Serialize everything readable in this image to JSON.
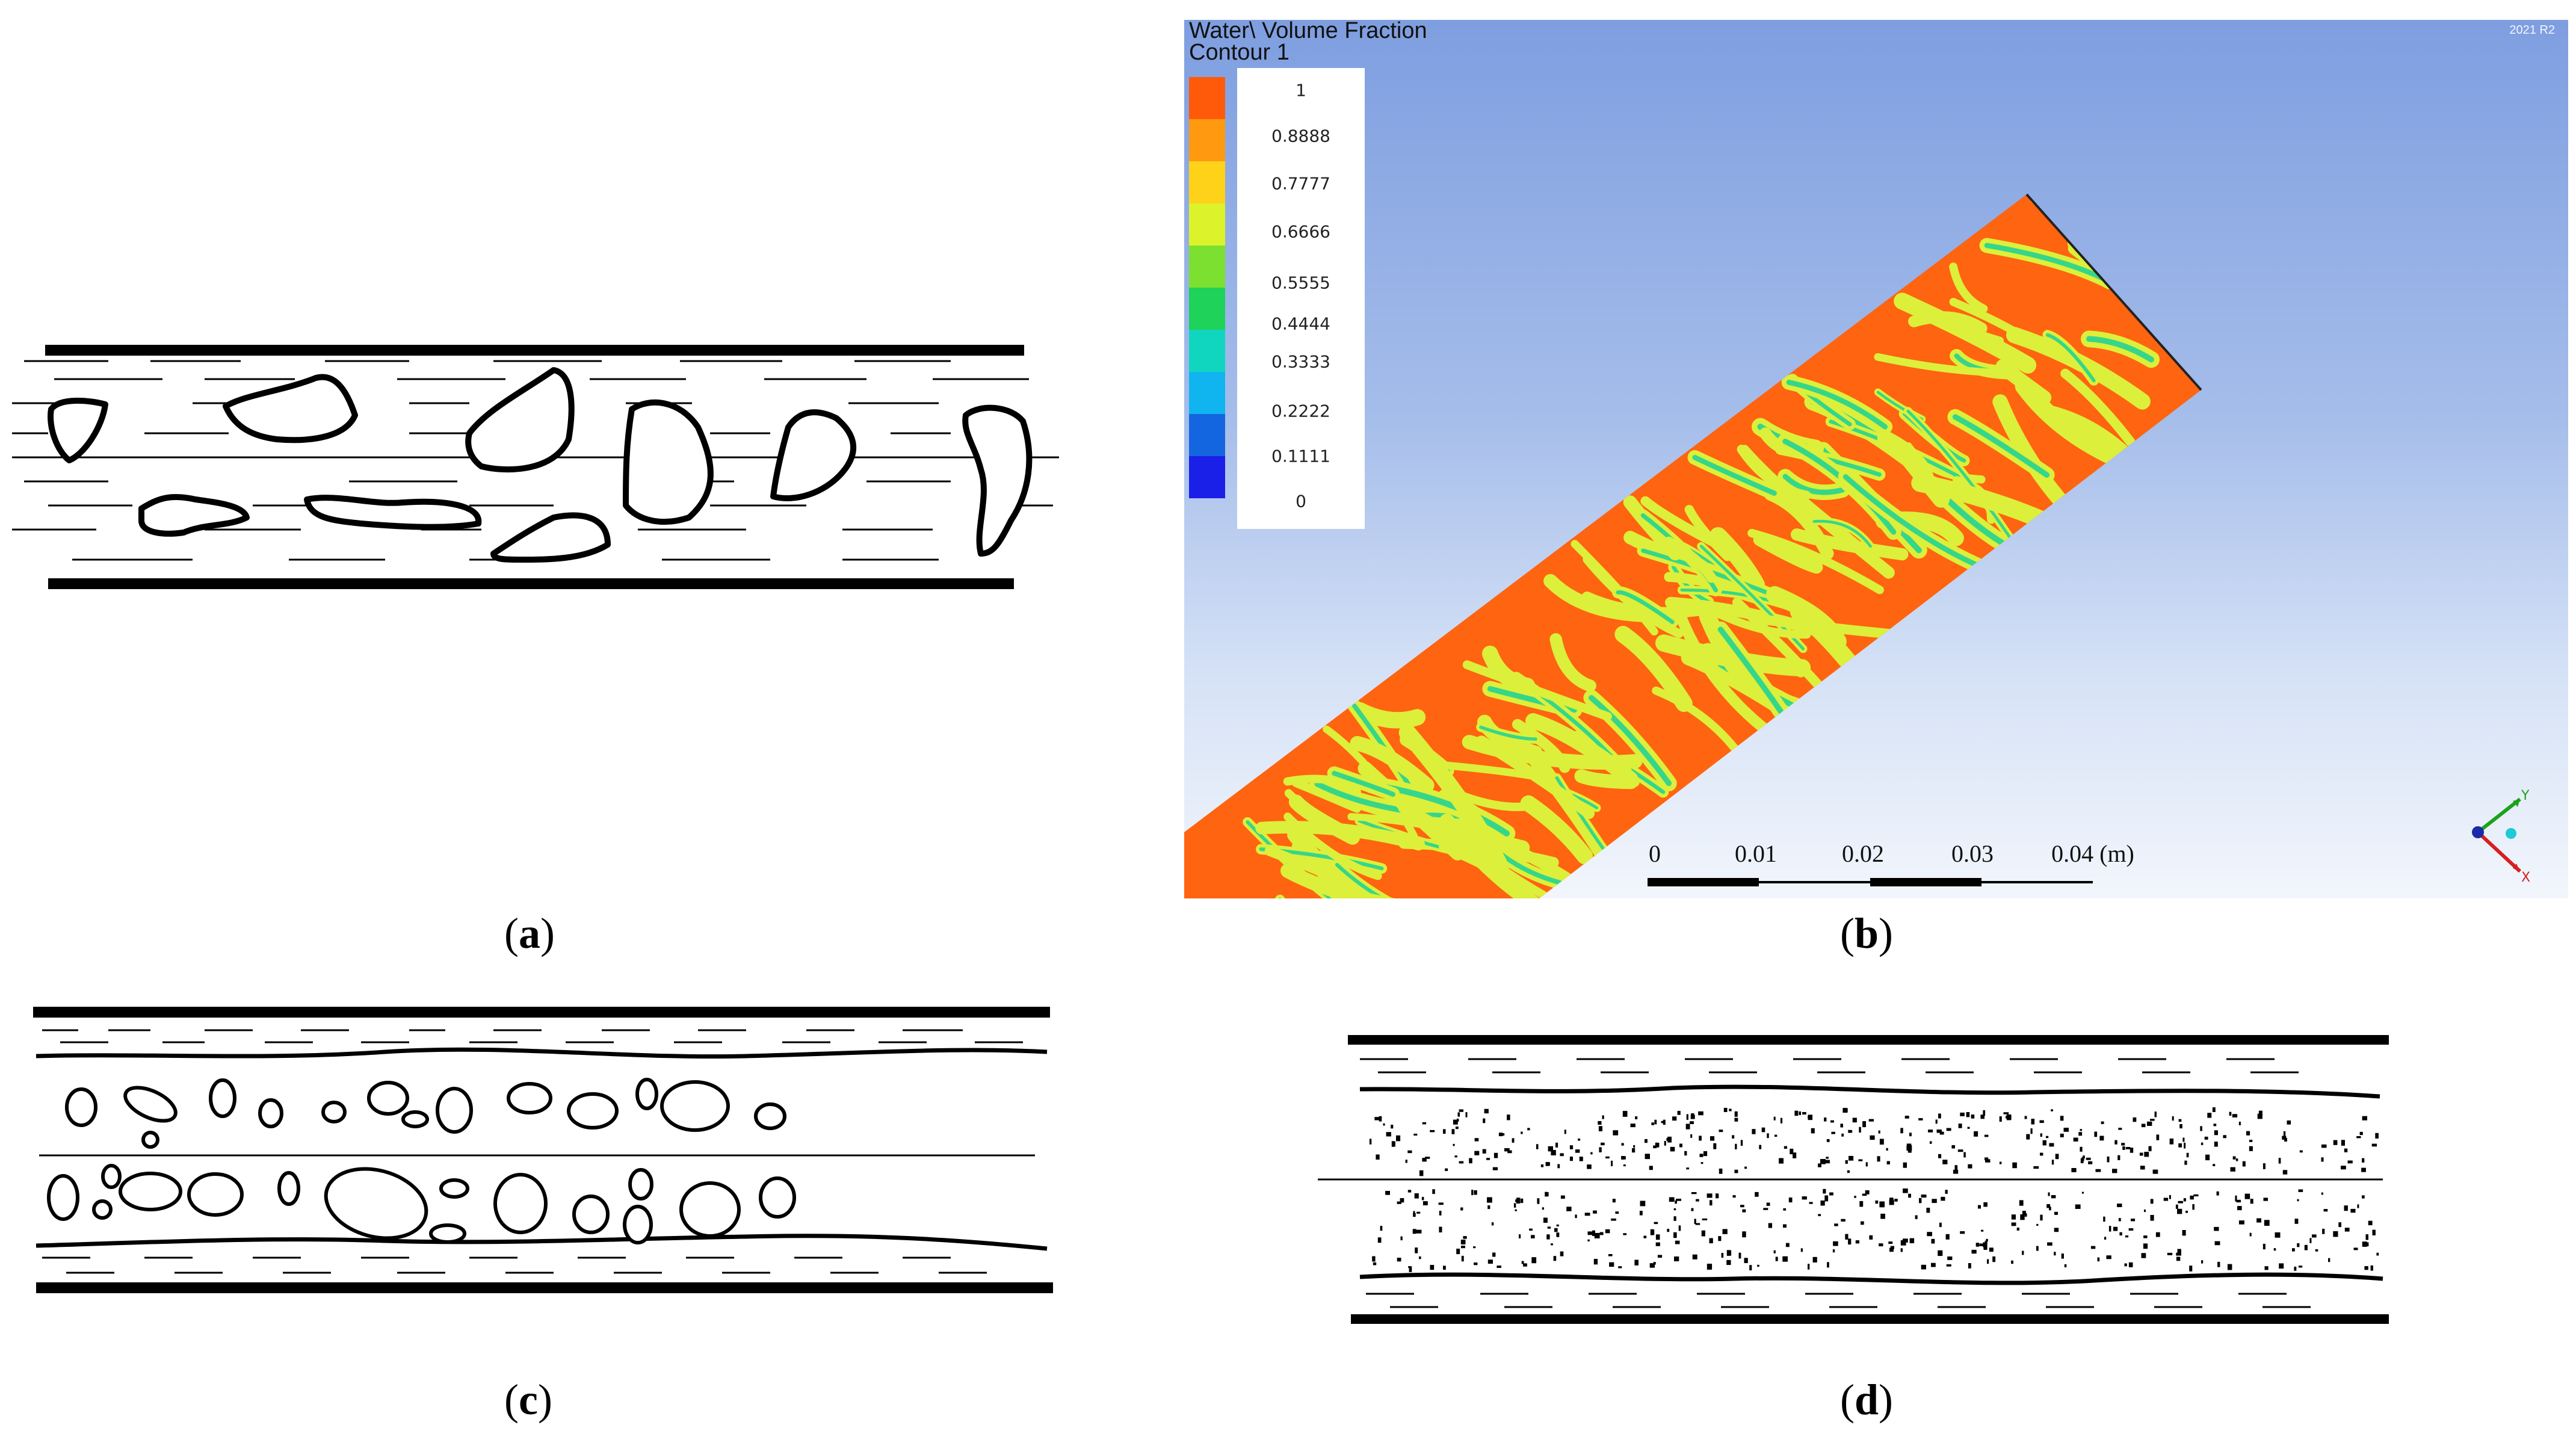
{
  "captions": {
    "a": "a",
    "b": "b",
    "c": "c",
    "d": "d"
  },
  "cfd": {
    "title_line1": "Water\\ Volume Fraction",
    "title_line2": "Contour 1",
    "version": "2021 R2",
    "legend": {
      "labels": [
        "1",
        "0.8888",
        "0.7777",
        "0.6666",
        "0.5555",
        "0.4444",
        "0.3333",
        "0.2222",
        "0.1111",
        "0"
      ],
      "colors": [
        "#ff5a0a",
        "#ff9a10",
        "#ffd21a",
        "#dcf22a",
        "#7ce030",
        "#1fd25a",
        "#10d6c0",
        "#10b4ee",
        "#1466e0",
        "#1a20e8"
      ]
    },
    "scale_bar": {
      "labels": [
        "0",
        "0.01",
        "0.02",
        "0.03",
        "0.04 (m)"
      ]
    },
    "axes": {
      "y": "Y",
      "x": "X"
    },
    "fluid_color": "#ff6410",
    "streak_color": "#dcef3a",
    "core_color": "#36d68a"
  }
}
